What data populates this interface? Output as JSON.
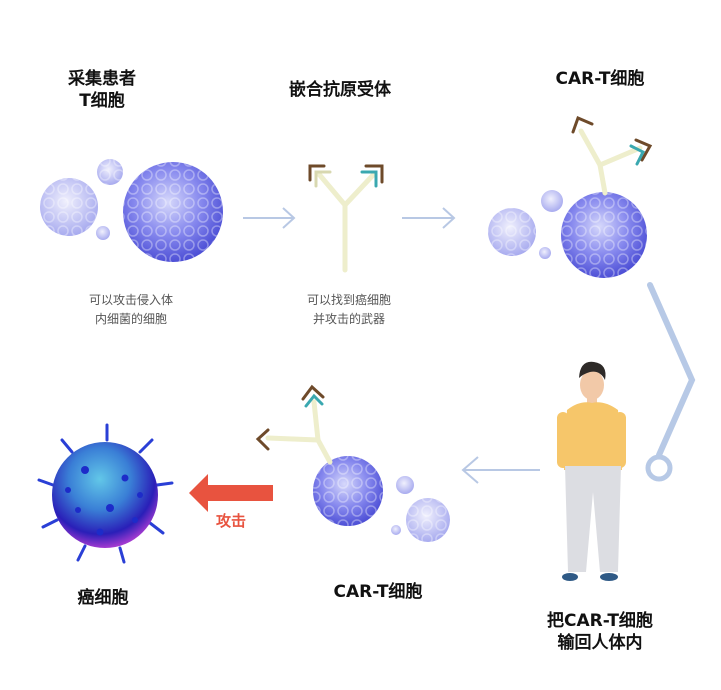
{
  "steps": {
    "collect": {
      "title": "采集患者\nT细胞",
      "desc": "可以攻击侵入体\n内细菌的细胞"
    },
    "chimeric": {
      "title": "嵌合抗原受体",
      "desc": "可以找到癌细胞\n并攻击的武器"
    },
    "car_t_top": {
      "title": "CAR-T细胞"
    },
    "infuse": {
      "title": "把CAR-T细胞\n输回人体内"
    },
    "car_t_bottom": {
      "title": "CAR-T细胞"
    },
    "attack": {
      "label": "攻击"
    },
    "cancer": {
      "title": "癌细胞"
    }
  },
  "colors": {
    "cell": "#6b6ee8",
    "cell_light": "#b9bcf2",
    "arrow_blue": "#b8c8e4",
    "connector": "#b7c9e6",
    "attack_arrow": "#e8533f",
    "receptor_stem": "#eeeecc",
    "receptor_tip_brown": "#6e4a2a",
    "receptor_tip_teal": "#3aa8b0"
  },
  "icons": [
    "t-cell-cluster-icon",
    "receptor-icon",
    "car-t-cell-icon",
    "person-icon",
    "cancer-cell-icon",
    "arrow-icon"
  ]
}
